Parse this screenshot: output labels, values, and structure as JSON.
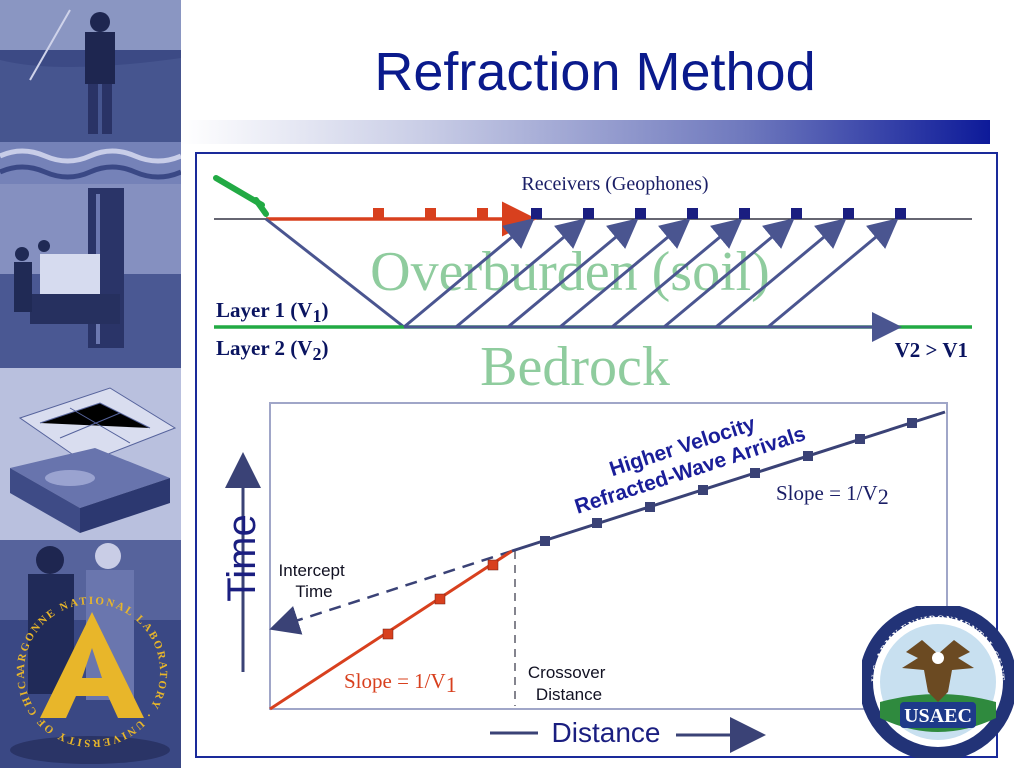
{
  "slide": {
    "title": "Refraction Method"
  },
  "diagram": {
    "receivers_label": "Receivers (Geophones)",
    "overburden_label": "Overburden (soil)",
    "bedrock_label": "Bedrock",
    "layer1_label": "Layer 1 (V",
    "layer1_sub": "1",
    "layer1_close": ")",
    "layer2_label": "Layer 2 (V",
    "layer2_sub": "2",
    "layer2_close": ")",
    "velocity_compare": "V2 > V1"
  },
  "graph": {
    "y_axis_label": "Time",
    "x_axis_label": "Distance",
    "intercept_label_line1": "Intercept",
    "intercept_label_line2": "Time",
    "crossover_label_line1": "Crossover",
    "crossover_label_line2": "Distance",
    "higher_velocity_line1": "Higher Velocity",
    "higher_velocity_line2": "Refracted-Wave Arrivals",
    "slope1_prefix": "Slope = 1/V",
    "slope1_sub": "1",
    "slope2_prefix": "Slope = 1/V",
    "slope2_sub": "2"
  },
  "logos": {
    "argonne_ring_text": "ARGONNE NATIONAL LABORATORY · UNIVERSITY OF CHICAGO",
    "usaec_ring_text": "U.S. ARMY ENVIRONMENTAL CENTER",
    "usaec_badge": "USAEC"
  },
  "colors": {
    "title": "#0a1a8c",
    "frame": "#1a2a9a",
    "ray_blue": "#4a5590",
    "direct_red": "#d8401e",
    "layer_green": "#22aa44",
    "watermark_green": "#8fcc9e",
    "legend_dark": "#0a1460"
  }
}
